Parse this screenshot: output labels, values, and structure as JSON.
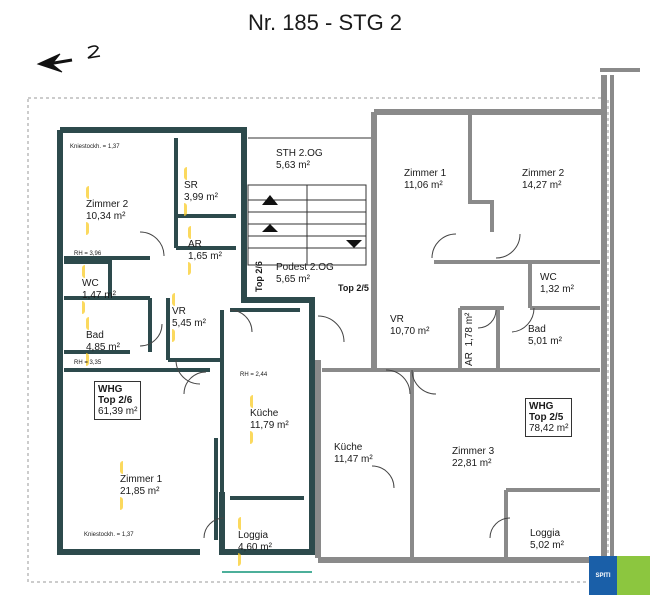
{
  "title": "Nr. 185 - STG 2",
  "north_mark": "N",
  "top26": {
    "zimmer2": {
      "name": "Zimmer 2",
      "area": "10,34 m²"
    },
    "sr": {
      "name": "SR",
      "area": "3,99 m²"
    },
    "ar": {
      "name": "AR",
      "area": "1,65 m²"
    },
    "wc": {
      "name": "WC",
      "area": "1,47 m²"
    },
    "vr": {
      "name": "VR",
      "area": "5,45 m²"
    },
    "bad": {
      "name": "Bad",
      "area": "4,85 m²"
    },
    "kueche": {
      "name": "Küche",
      "area": "11,79 m²"
    },
    "zimmer1": {
      "name": "Zimmer 1",
      "area": "21,85 m²"
    },
    "loggia": {
      "name": "Loggia",
      "area": "4,60 m²"
    },
    "whg": {
      "l1": "WHG",
      "l2": "Top 2/6",
      "area": "61,39 m²"
    }
  },
  "notes": {
    "kniestock_top": "Kniestockh. = 1,37",
    "rh1": "RH = 3,96",
    "rh2": "RH = 3,35",
    "rh3": "RH = 2,44",
    "kniestock_bottom": "Kniestockh. = 1,37"
  },
  "stair": {
    "sth": {
      "name": "STH 2.OG",
      "area": "5,63 m²"
    },
    "podest": {
      "name": "Podest 2.OG",
      "area": "5,65 m²"
    },
    "top26_label": "Top 2/6",
    "top25_label": "Top 2/5"
  },
  "top25": {
    "zimmer1": {
      "name": "Zimmer 1",
      "area": "11,06 m²"
    },
    "zimmer2": {
      "name": "Zimmer 2",
      "area": "14,27 m²"
    },
    "wc": {
      "name": "WC",
      "area": "1,32 m²"
    },
    "vr": {
      "name": "VR",
      "area": "10,70 m²"
    },
    "ar": {
      "name": "AR",
      "area": "1,78 m²"
    },
    "bad": {
      "name": "Bad",
      "area": "5,01 m²"
    },
    "kueche": {
      "name": "Küche",
      "area": "11,47 m²"
    },
    "zimmer3": {
      "name": "Zimmer 3",
      "area": "22,81 m²"
    },
    "loggia": {
      "name": "Loggia",
      "area": "5,02 m²"
    },
    "whg": {
      "l1": "WHG",
      "l2": "Top 2/5",
      "area": "78,42 m²"
    }
  },
  "logo_text": "SPITI"
}
